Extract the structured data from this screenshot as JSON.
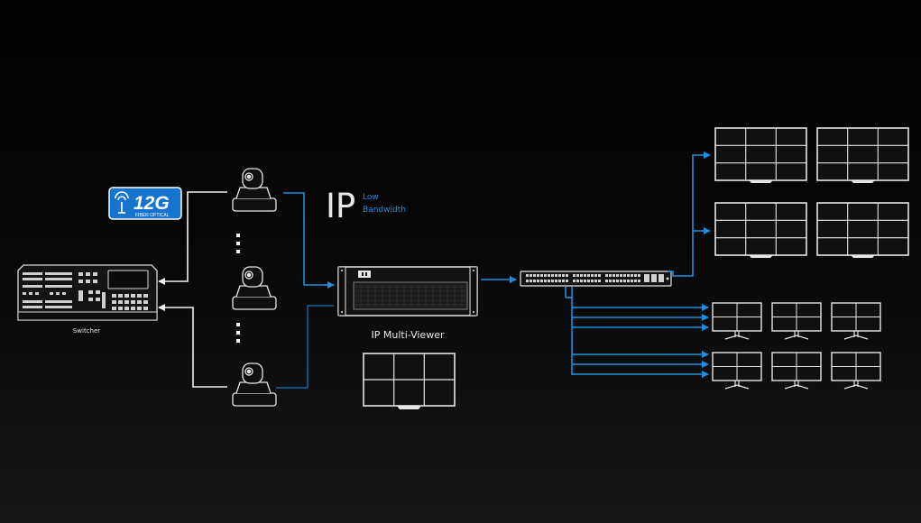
{
  "badge": {
    "main": "12G",
    "sub": "FIBER OPTICAL"
  },
  "switcher": {
    "label": "Switcher"
  },
  "ip": {
    "title": "IP",
    "note_line1": "Low",
    "note_line2": "Bandwidth"
  },
  "multiviewer": {
    "label": "IP Multi-Viewer"
  },
  "colors": {
    "blue_link": "#1d8fe0",
    "white_link": "#f2f2f2",
    "badge_bg": "#1673cf"
  }
}
